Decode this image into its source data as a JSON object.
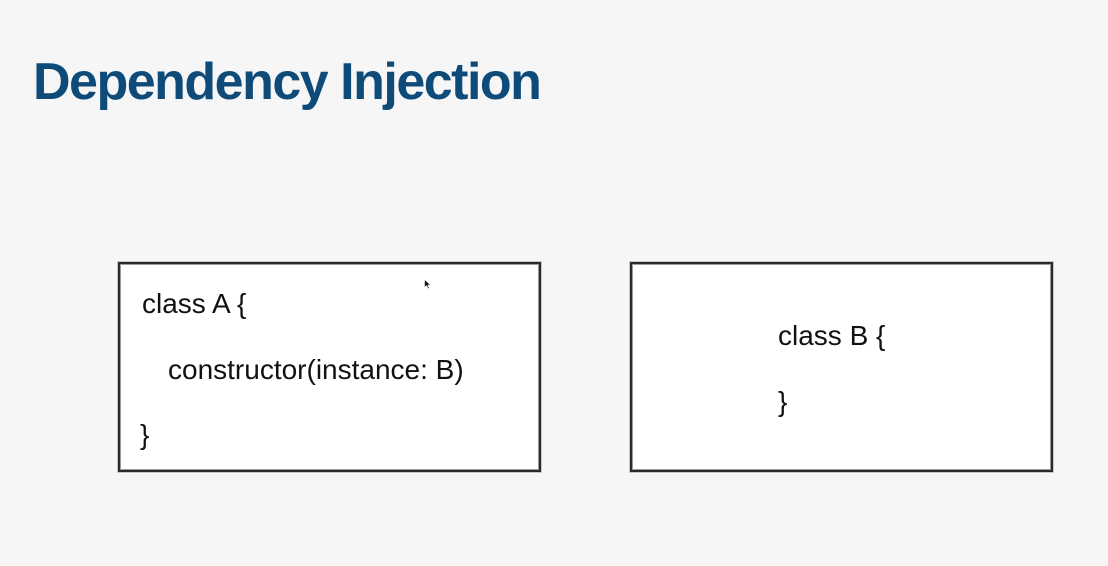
{
  "title": "Dependency Injection",
  "boxes": {
    "class_a": {
      "lines": [
        "class A {",
        "constructor(instance: B)",
        "}"
      ]
    },
    "class_b": {
      "lines": [
        "class B {",
        "}"
      ]
    }
  },
  "colors": {
    "title": "#0f4b79",
    "background": "#f6f6f6",
    "box_border": "#2a2a2a",
    "text": "#111111"
  },
  "icons": {
    "cursor": "mouse-pointer-icon"
  }
}
